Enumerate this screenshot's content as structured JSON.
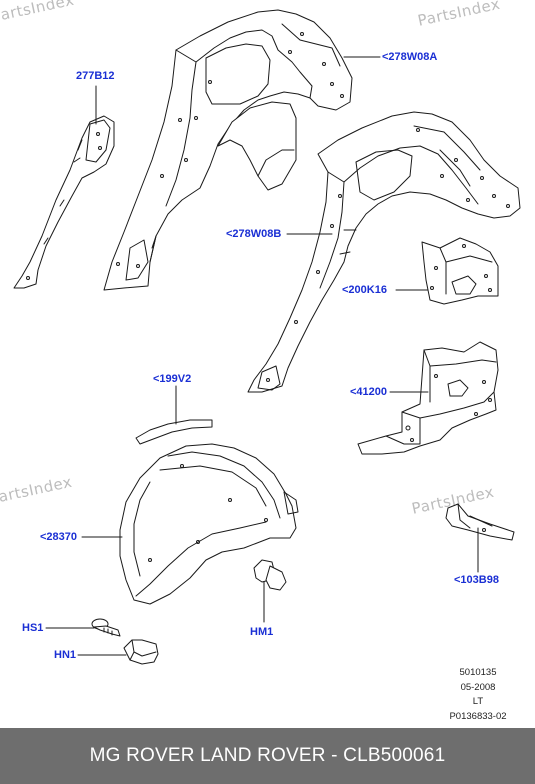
{
  "watermark": "PartsIndex",
  "callouts": {
    "p277B12": "277B12",
    "p278W08A": "<278W08A",
    "p278W08B": "<278W08B",
    "p200K16": "<200K16",
    "p41200": "<41200",
    "p199V2": "<199V2",
    "p28370": "<28370",
    "p103B98": "<103B98",
    "hs1": "HS1",
    "hn1": "HN1",
    "hm1": "HM1"
  },
  "info": {
    "code": "5010135",
    "date": "05-2008",
    "suffix": "LT",
    "ref": "P0136833-02"
  },
  "footer": {
    "title": "MG ROVER LAND ROVER - CLB500061"
  },
  "colors": {
    "callout": "#1a2fd4",
    "footer_bg": "#6e6e6e",
    "line": "#1a1a1a"
  }
}
